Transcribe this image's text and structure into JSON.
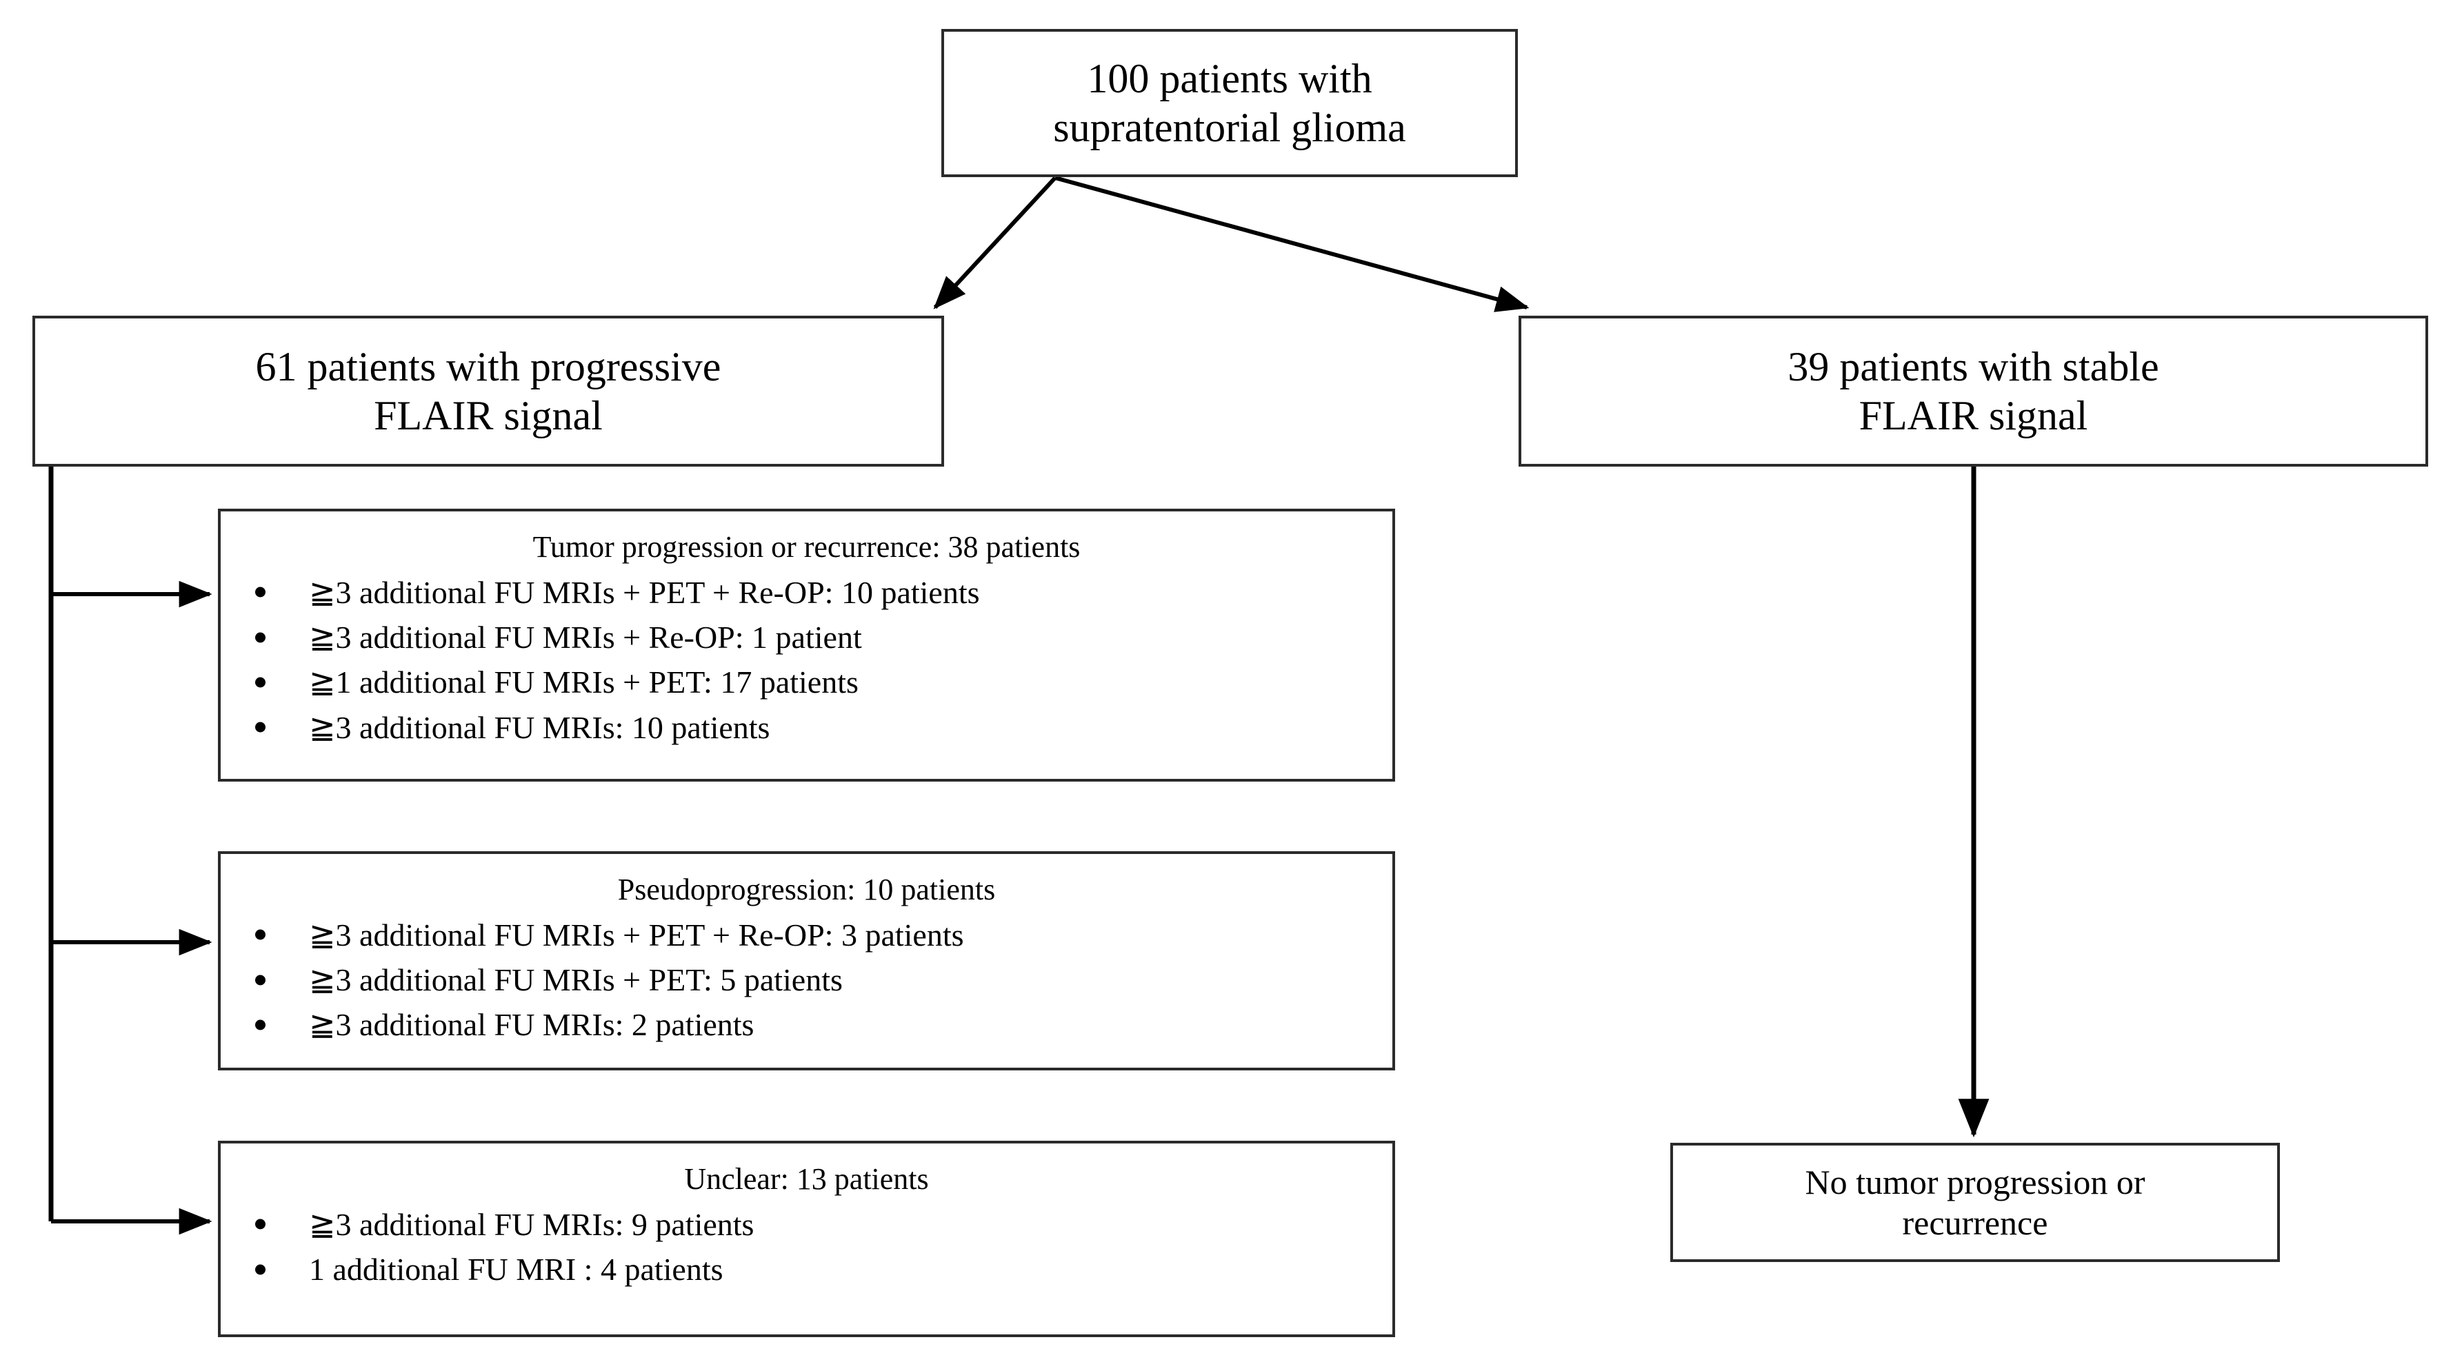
{
  "diagram": {
    "type": "flowchart",
    "title": "Patient cohort flow diagram",
    "line_color": "#2b2b2b",
    "text_color": "#000000",
    "background": "#ffffff"
  },
  "nodes": {
    "root": {
      "label": "100 patients with\nsupratentorial glioma",
      "count": 100
    },
    "progressive": {
      "label": "61 patients with progressive\nFLAIR signal",
      "count": 61
    },
    "stable": {
      "label": "39 patients with stable\nFLAIR signal",
      "count": 39
    },
    "no_progression": {
      "label": "No tumor progression or\nrecurrence"
    }
  },
  "detail_boxes": [
    {
      "id": "tumor-progression",
      "heading": "Tumor progression or recurrence: 38 patients",
      "count": 38,
      "items": [
        "≧3 additional FU MRIs + PET + Re-OP: 10 patients",
        "≧3 additional FU MRIs + Re-OP: 1 patient",
        "≧1 additional FU MRIs + PET: 17 patients",
        "≧3 additional FU MRIs: 10 patients"
      ]
    },
    {
      "id": "pseudoprogression",
      "heading": "Pseudoprogression: 10 patients",
      "count": 10,
      "items": [
        "≧3 additional FU MRIs + PET + Re-OP: 3 patients",
        "≧3 additional FU MRIs + PET: 5 patients",
        "≧3 additional FU MRIs: 2 patients"
      ]
    },
    {
      "id": "unclear",
      "heading": "Unclear: 13 patients",
      "count": 13,
      "items": [
        "≧3 additional FU MRIs: 9 patients",
        "1 additional FU MRI : 4 patients"
      ]
    }
  ]
}
